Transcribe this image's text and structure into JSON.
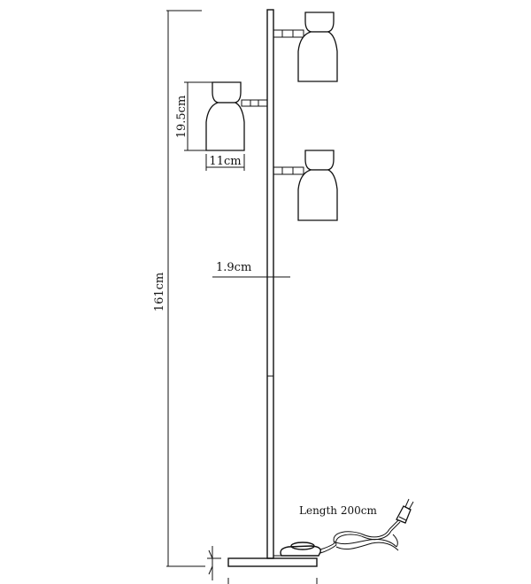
{
  "dimensions": {
    "total_height": "161cm",
    "shade_height": "19.5cm",
    "shade_width": "11cm",
    "pole_diameter": "1.9cm",
    "cable_length": "Length 200cm"
  }
}
